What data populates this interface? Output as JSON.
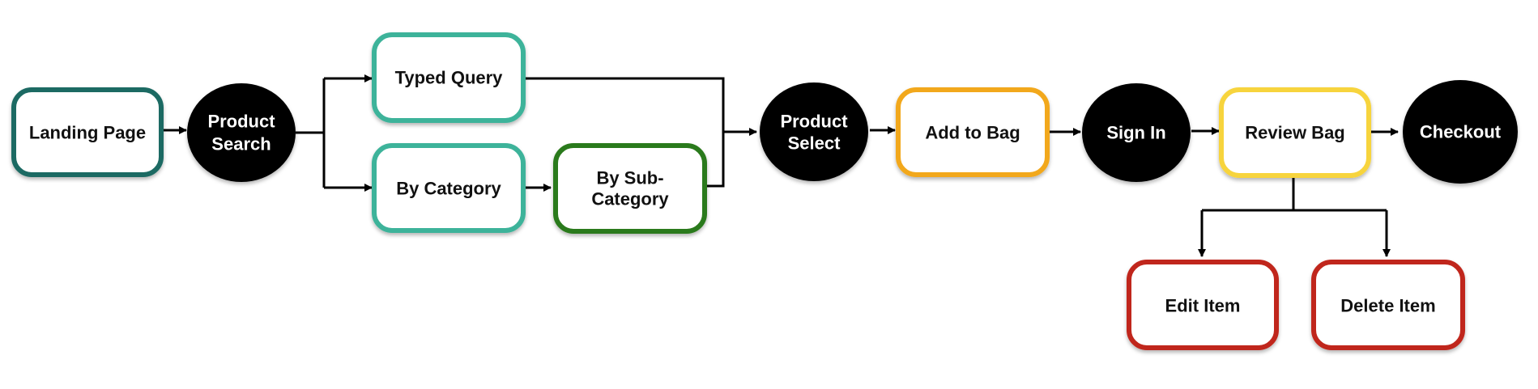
{
  "nodes": {
    "landing_page": {
      "label": "Landing Page"
    },
    "product_search": {
      "line1": "Product",
      "line2": "Search"
    },
    "typed_query": {
      "label": "Typed Query"
    },
    "by_category": {
      "label": "By Category"
    },
    "by_sub_category": {
      "line1": "By Sub-",
      "line2": "Category"
    },
    "product_select": {
      "line1": "Product",
      "line2": "Select"
    },
    "add_to_bag": {
      "label": "Add to Bag"
    },
    "sign_in": {
      "label": "Sign In"
    },
    "review_bag": {
      "label": "Review Bag"
    },
    "checkout": {
      "label": "Checkout"
    },
    "edit_item": {
      "label": "Edit Item"
    },
    "delete_item": {
      "label": "Delete Item"
    }
  },
  "colors": {
    "landing_border": "#1f6b63",
    "query_border": "#3db39a",
    "subcategory_border": "#2a7a1a",
    "bag_border": "#f2a81d",
    "review_border": "#f7d43c",
    "item_border": "#c0271b",
    "circle_fill": "#000000",
    "edge": "#000000"
  }
}
